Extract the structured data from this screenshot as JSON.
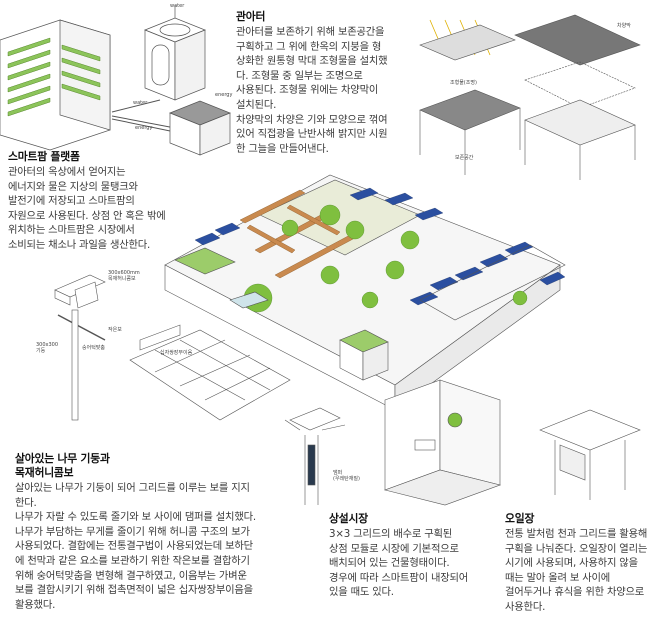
{
  "sections": {
    "gwanahteo": {
      "title": "관아터",
      "body": "관아터를 보존하기 위해 보존공간을\n구획하고 그 위에 한옥의 지붕을 형\n상화한 원통형 막대 조형물을 설치했\n다. 조형물 중 일부는 조명으로\n사용된다. 조형물 위에는 차양막이\n설치된다.\n차양막의 차양은 기와 모양으로 꺾여\n있어 직접광을 난반사해 밝지만 시원\n한 그늘을 만들어낸다."
    },
    "smartfarm": {
      "title": "스마트팜 플랫폼",
      "body": "관아터의 옥상에서 얻어지는\n에너지와 물은 지상의 물탱크와\n발전기에 저장되고 스마트팜의\n자원으로 사용된다. 상점 안 혹은 밖에\n위치하는 스마트팜은 시장에서\n소비되는 채소나 과일을 생산한다."
    },
    "tree_column": {
      "title": "살아있는 나무 기둥과\n목재허니콤보",
      "body": "살아있는 나무가 기둥이 되어 그리드를 이루는 보를 지지\n한다.\n나무가 자랄 수 있도록 줄기와 보 사이에 댐퍼를 설치했다.\n나무가 부담하는 무게를 줄이기 위해 허니콤 구조의 보가\n사용되었다. 결합에는 전통결구법이 사용되었는데 보하단\n에 천막과 같은 요소를 보관하기 위한 작은보를 결합하기\n위해 숭어턱맞춤을 변형해 결구하였고, 이음부는 가벼운\n보를 결합시키기 위해 접촉면적이 넓은 십자쌍장부이음을\n활용했다."
    },
    "permanent_market": {
      "title": "상설시장",
      "body": "3×3 그리드의 배수로 구획된\n상점 모듈로 시장에 기본적으로\n배치되어 있는 건물형태이다.\n경우에 따라 스마트팜이 내장되어\n있을 때도 있다."
    },
    "five_day_market": {
      "title": "오일장",
      "body": "전통 발처럼 천과 그리드를 활용해\n구획을 나눠준다. 오일장이 열리는\n시기에 사용되며, 사용하지 않을\n때는 말아 올려 보 사이에\n걸어두거나 휴식을 위한 차양으로\n사용한다."
    }
  },
  "labels": {
    "water": "water",
    "energy_1": "energy",
    "energy_2": "energy",
    "water_2": "water",
    "awning": "차양막",
    "sculpture": "조형물(조명)",
    "preservation": "보존공간",
    "honeycomb_beam": "300x600mm\n목재허니콤보",
    "small_beam": "작은보",
    "column": "300x300\n기둥",
    "joint": "숭어턱맞춤",
    "cross_joint": "십자쌍장부이음",
    "damper": "댐퍼\n(우레탄재질)"
  },
  "colors": {
    "panel": "#2b4fa0",
    "tree": "#7fbf3f",
    "timber": "#c98a4f",
    "roof_green": "#9ccc6a"
  }
}
